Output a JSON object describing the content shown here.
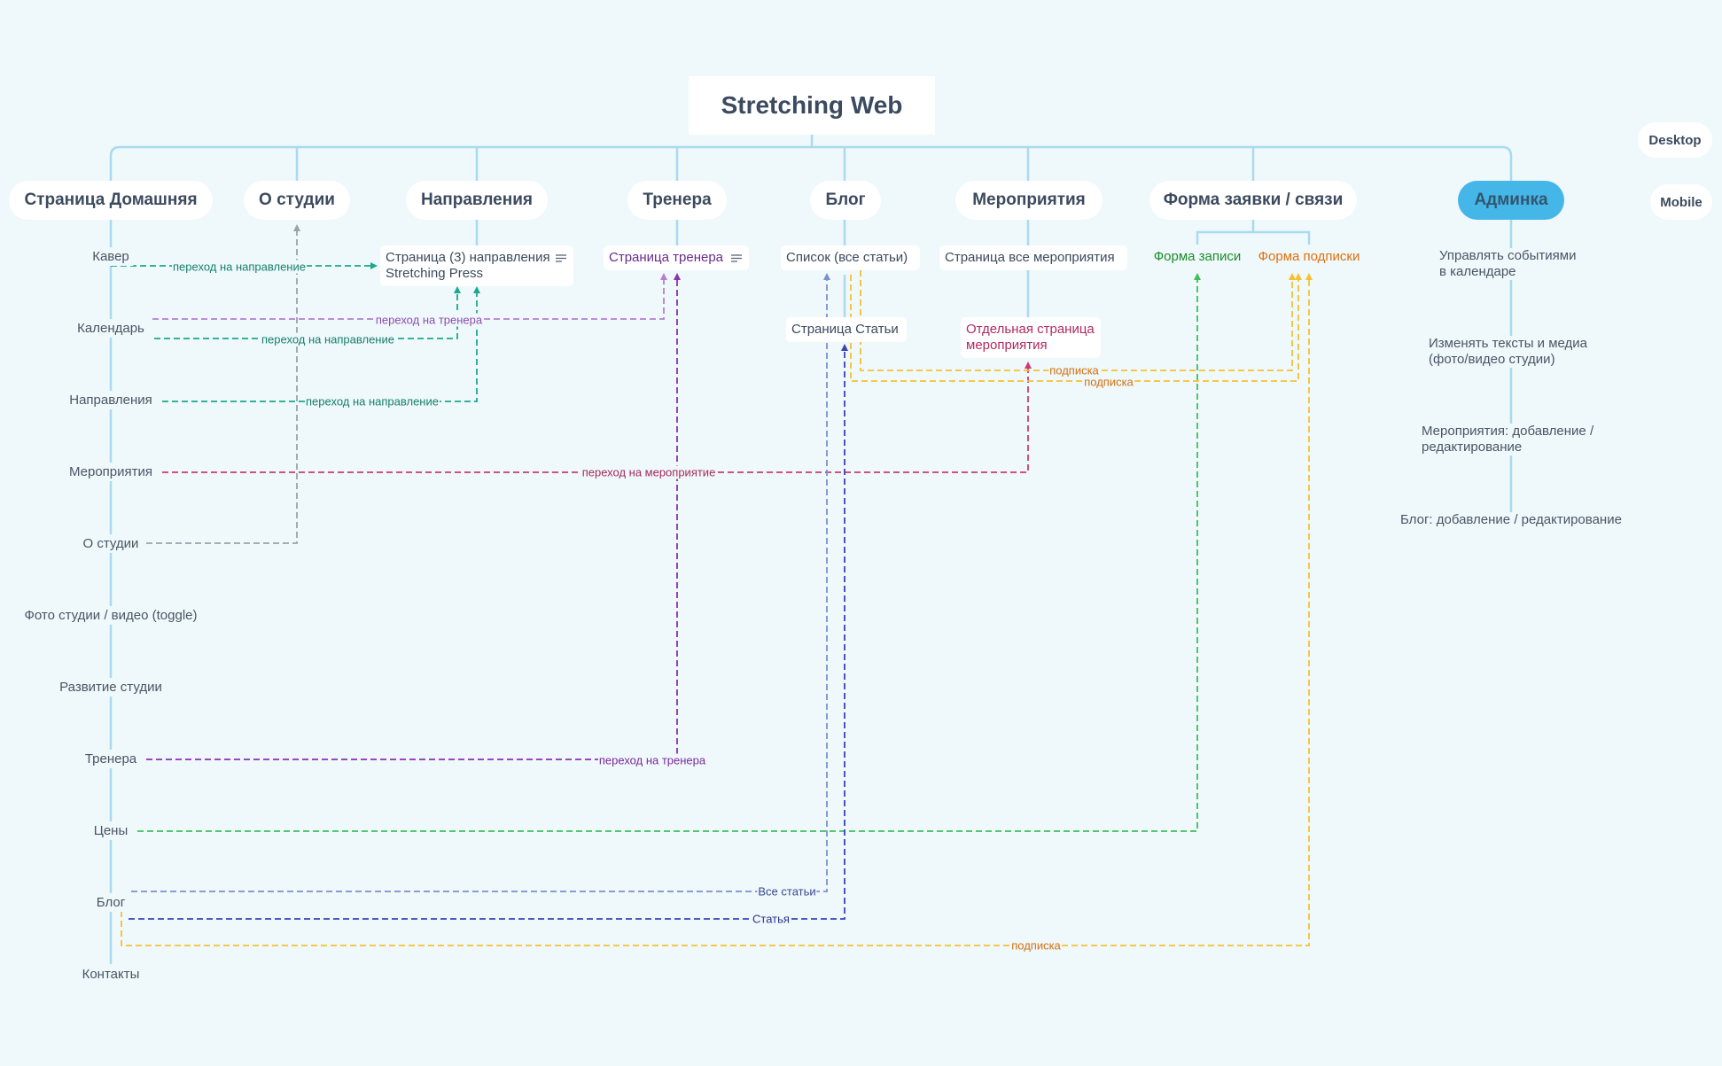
{
  "title": "Stretching Web",
  "modes": {
    "desktop": "Desktop",
    "mobile": "Mobile"
  },
  "sections": {
    "home": "Страница Домашняя",
    "about": "О студии",
    "directions": "Направления",
    "trainers": "Тренера",
    "blog": "Блог",
    "events": "Мероприятия",
    "form": "Форма заявки / связи",
    "admin": "Админка"
  },
  "home_items": [
    "Кавер",
    "Календарь",
    "Направления",
    "Мероприятия",
    "О студии",
    "Фото студии / видео (toggle)",
    "Развитие студии",
    "Тренера",
    "Цены",
    "Блог",
    "Контакты"
  ],
  "pages": {
    "directions_page_line1": "Страница (3) направления",
    "directions_page_line2": "Stretching Press",
    "trainer_page": "Страница тренера",
    "blog_list": "Список (все статьи)",
    "blog_article": "Страница Статьи",
    "events_all": "Страница все мероприятия",
    "event_single_line1": "Отдельная страница",
    "event_single_line2": "мероприятия",
    "signup_form": "Форма записи",
    "subscribe_form": "Форма подписки"
  },
  "admin_items": [
    {
      "line1": "Управлять событиями",
      "line2": "в календаре"
    },
    {
      "line1": "Изменять тексты и медиа",
      "line2": "(фото/видео студии)"
    },
    {
      "line1": "Мероприятия: добавление /",
      "line2": "редактирование"
    },
    {
      "line1": "Блог: добавление / редактирование",
      "line2": ""
    }
  ],
  "link_labels": {
    "cover_to_direction": "переход на направление",
    "calendar_to_trainer": "переход на тренера",
    "calendar_to_direction": "переход на направление",
    "directions_to_direction": "переход на направление",
    "events_to_event": "переход на мероприятие",
    "trainers_to_trainer": "переход на тренера",
    "blog_all": "Все статьи",
    "blog_article": "Статья",
    "subscribe_1": "подписка",
    "subscribe_2": "подписка",
    "subscribe_3": "подписка"
  },
  "colors": {
    "tree": "#a9daf0",
    "teal": "#1aa88f",
    "lilac": "#b37fd6",
    "magenta": "#cc3b74",
    "gray": "#9aa2ad",
    "purple": "#8c2fb0",
    "green": "#3cc05a",
    "slate": "#7a8fd0",
    "navy": "#3843b8",
    "yellow": "#f5c130",
    "admin": "#44b6e8"
  }
}
